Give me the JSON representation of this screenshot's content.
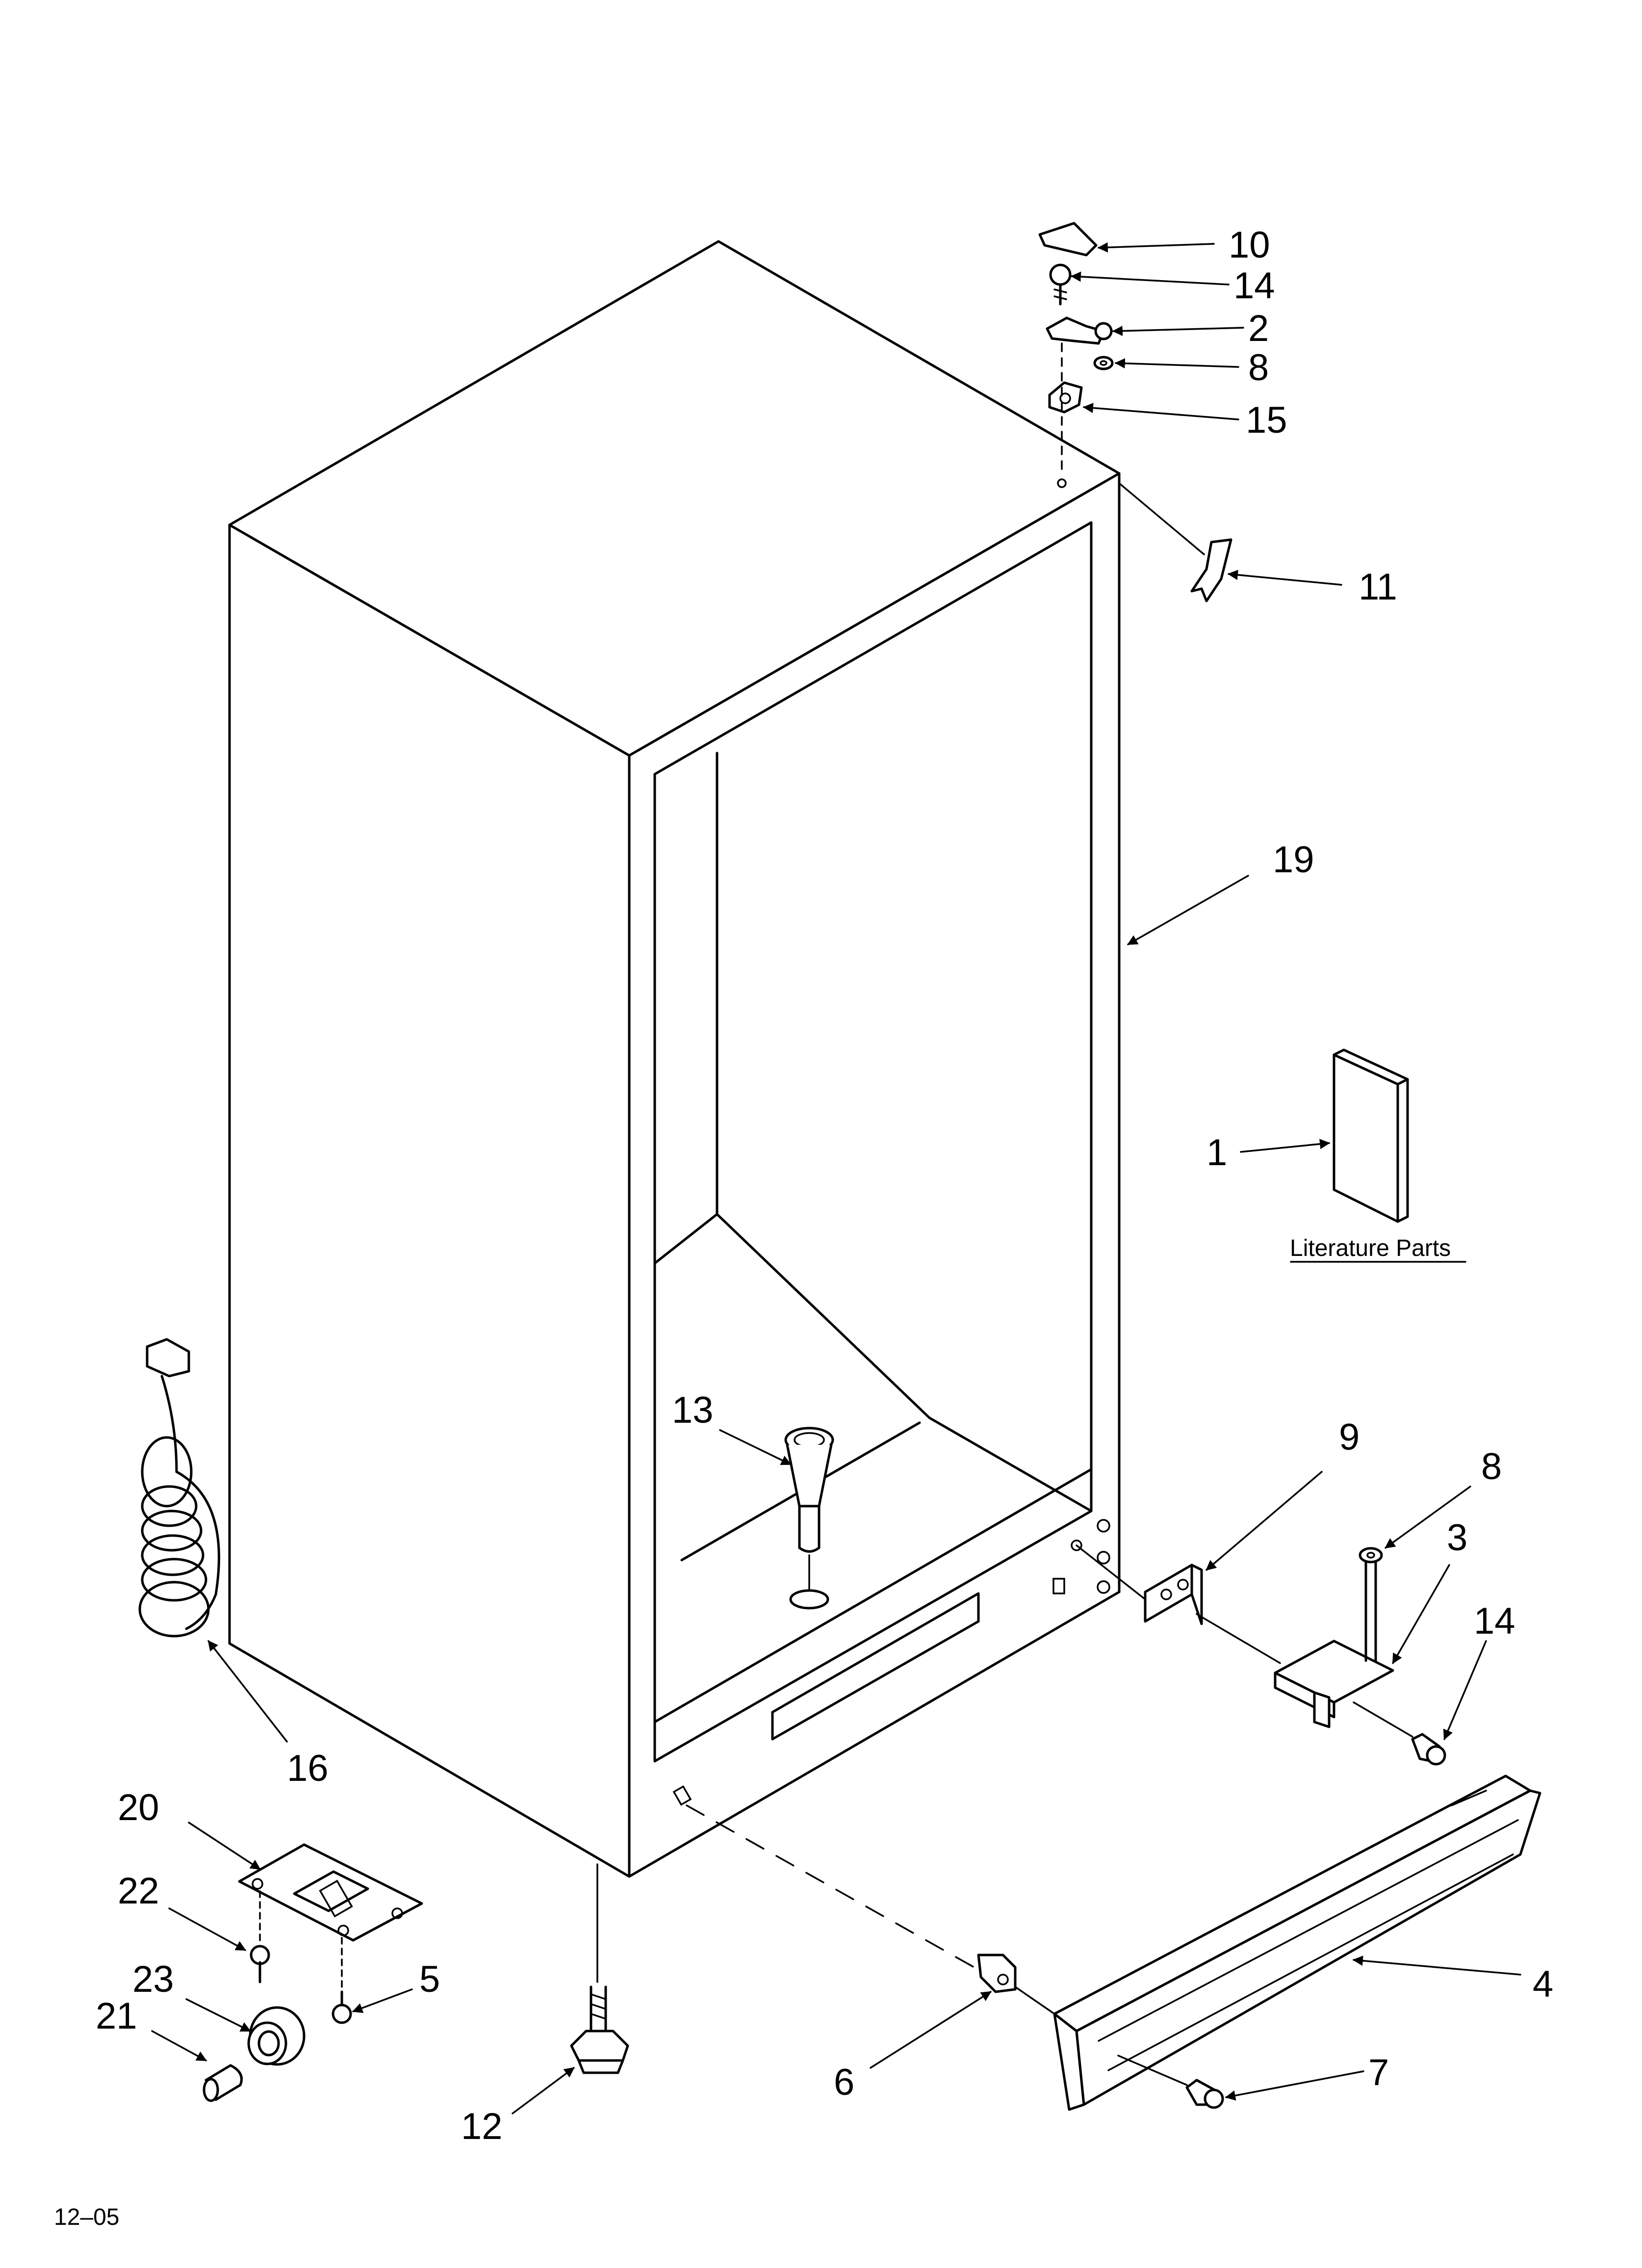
{
  "callouts": [
    {
      "id": "c10",
      "text": "10"
    },
    {
      "id": "c14a",
      "text": "14"
    },
    {
      "id": "c2",
      "text": "2"
    },
    {
      "id": "c8a",
      "text": "8"
    },
    {
      "id": "c15",
      "text": "15"
    },
    {
      "id": "c11",
      "text": "11"
    },
    {
      "id": "c19",
      "text": "19"
    },
    {
      "id": "c1",
      "text": "1"
    },
    {
      "id": "c13",
      "text": "13"
    },
    {
      "id": "c9",
      "text": "9"
    },
    {
      "id": "c8b",
      "text": "8"
    },
    {
      "id": "c3",
      "text": "3"
    },
    {
      "id": "c14b",
      "text": "14"
    },
    {
      "id": "c16",
      "text": "16"
    },
    {
      "id": "c20",
      "text": "20"
    },
    {
      "id": "c22",
      "text": "22"
    },
    {
      "id": "c5",
      "text": "5"
    },
    {
      "id": "c23",
      "text": "23"
    },
    {
      "id": "c21",
      "text": "21"
    },
    {
      "id": "c4",
      "text": "4"
    },
    {
      "id": "c6",
      "text": "6"
    },
    {
      "id": "c7",
      "text": "7"
    },
    {
      "id": "c12",
      "text": "12"
    }
  ],
  "literature_label": "Literature Parts",
  "revision_code": "12–05"
}
